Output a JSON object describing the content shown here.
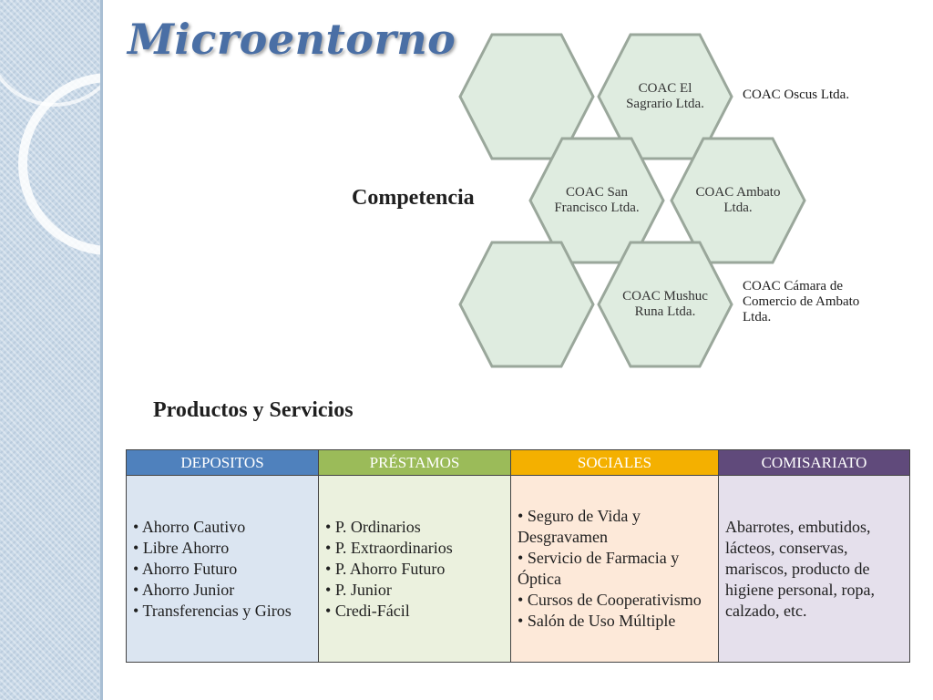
{
  "slide": {
    "title": "Microentorno",
    "competencia_label": "Competencia",
    "hexagons": [
      {
        "id": "hex-empty-1",
        "label": ""
      },
      {
        "id": "hex-sagrario",
        "label": "COAC El Sagrario Ltda."
      },
      {
        "id": "hex-san-francisco",
        "label": "COAC San Francisco Ltda."
      },
      {
        "id": "hex-ambato",
        "label": "COAC Ambato Ltda."
      },
      {
        "id": "hex-empty-2",
        "label": ""
      },
      {
        "id": "hex-mushuc",
        "label": "COAC Mushuc Runa Ltda."
      }
    ],
    "outside_labels": {
      "oscus": "COAC Oscus Ltda.",
      "camara": "COAC Cámara de Comercio de Ambato Ltda."
    },
    "products_heading": "Productos y Servicios",
    "table": {
      "headers": [
        "DEPOSITOS",
        "PRÉSTAMOS",
        "SOCIALES",
        "COMISARIATO"
      ],
      "depositos": [
        "Ahorro Cautivo",
        "Libre Ahorro",
        "Ahorro Futuro",
        "Ahorro Junior",
        "Transferencias y Giros"
      ],
      "prestamos": [
        "P. Ordinarios",
        "P. Extraordinarios",
        "P. Ahorro Futuro",
        "P. Junior",
        "Credi-Fácil"
      ],
      "sociales": [
        "Seguro de Vida y Desgravamen",
        "Servicio de Farmacia y Óptica",
        "Cursos de Cooperativismo",
        "Salón de Uso Múltiple"
      ],
      "comisariato": "Abarrotes, embutidos, lácteos, conservas, mariscos, producto de higiene personal, ropa, calzado, etc."
    }
  },
  "colors": {
    "title": "#4a6fa5",
    "hex_fill": "#dfece0",
    "hex_stroke": "#9aa79b",
    "header_depositos": "#4f81bd",
    "header_prestamos": "#9bbb59",
    "header_sociales": "#f4b000",
    "header_comisariato": "#604a7b",
    "cell_depositos": "#dbe5f1",
    "cell_prestamos": "#ebf1de",
    "cell_sociales": "#fde9d9",
    "cell_comisariato": "#e5e0ec"
  }
}
